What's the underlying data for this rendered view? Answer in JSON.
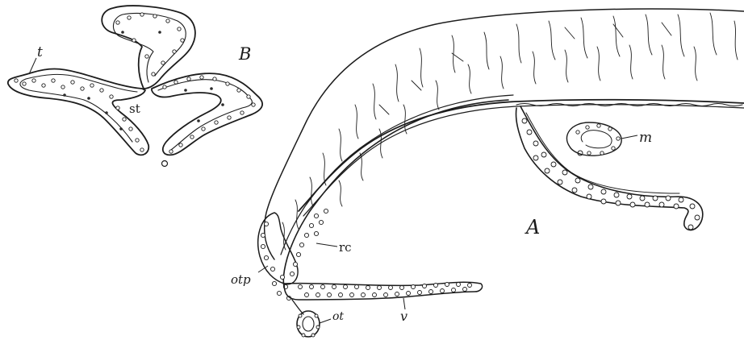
{
  "panels": {
    "B": {
      "panel_letter": "B",
      "labels": {
        "tentacle": "t",
        "stomodaeum": "st",
        "mouth": "o"
      }
    },
    "A": {
      "panel_letter": "A",
      "labels": {
        "mesentery": "m",
        "radial_canal": "rc",
        "otocyst_process": "otp",
        "otocyst": "ot",
        "velum": "v"
      }
    }
  }
}
